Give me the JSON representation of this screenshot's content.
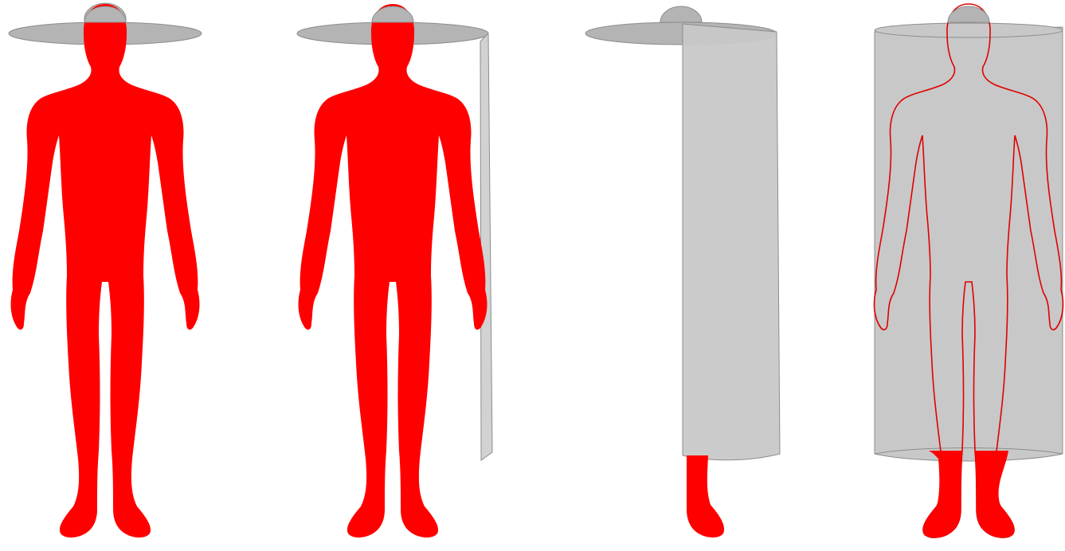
{
  "colors": {
    "body": "#ff0000",
    "outline": "#e00000",
    "shell_fill": "#c8c8c8",
    "shell_stroke": "#8c8c8c",
    "background": "#ffffff"
  },
  "panels": [
    {
      "key": "panel-1",
      "wrap_progress": 0.0,
      "description_icon": "full-figure-under-disc"
    },
    {
      "key": "panel-2",
      "wrap_progress": 0.02,
      "description_icon": "figure-with-thin-sheet"
    },
    {
      "key": "panel-3",
      "wrap_progress": 0.5,
      "description_icon": "figure-half-wrapped"
    },
    {
      "key": "panel-4",
      "wrap_progress": 1.0,
      "description_icon": "figure-fully-wrapped"
    }
  ]
}
